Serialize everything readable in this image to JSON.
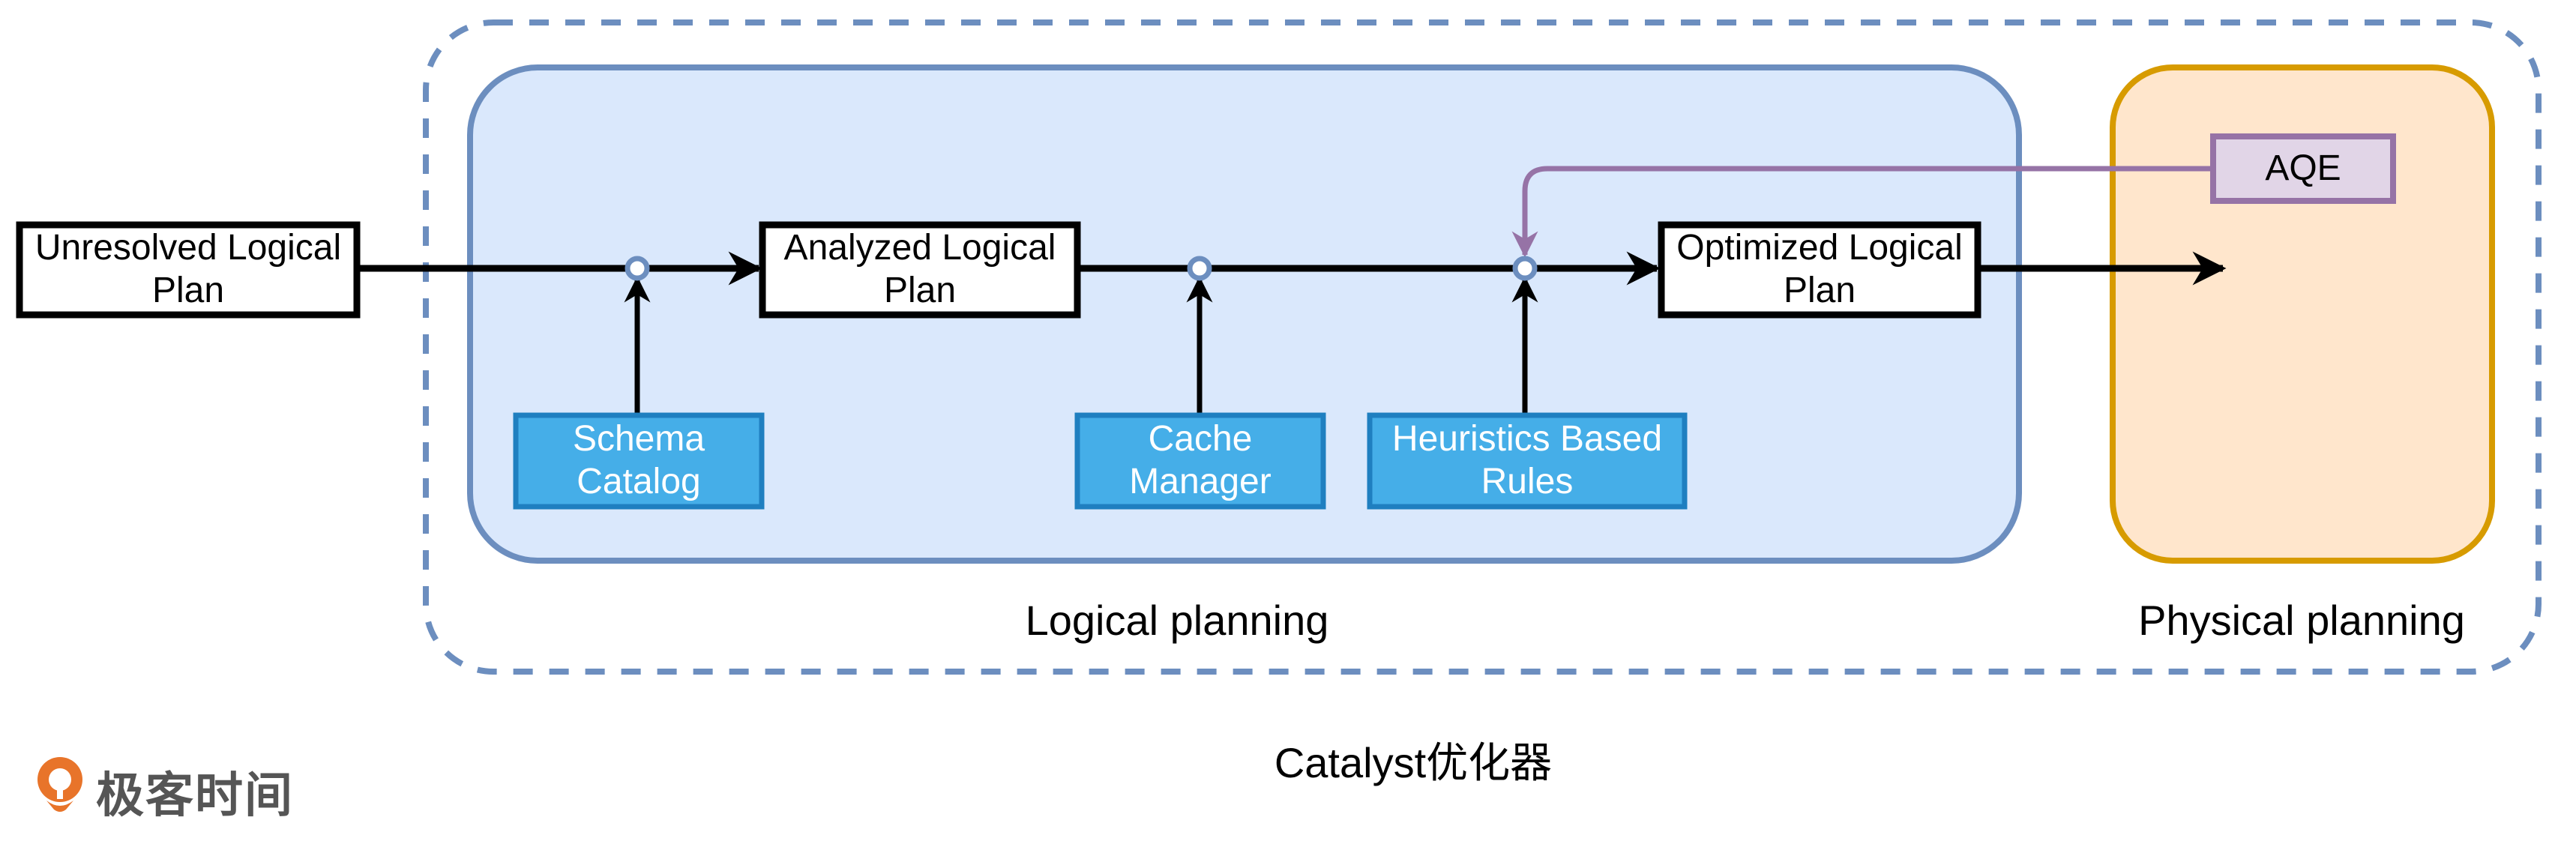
{
  "diagram": {
    "title": "Catalyst优化器",
    "regions": {
      "logical": {
        "label": "Logical planning",
        "fill": "#dae8fc",
        "stroke": "#6c8ebf"
      },
      "physical": {
        "label": "Physical planning",
        "fill": "#ffe6cc",
        "stroke": "#d79b00"
      },
      "outer": {
        "stroke": "#6c8ebf"
      }
    },
    "plans": {
      "unresolved": "Unresolved Logical Plan",
      "analyzed": "Analyzed Logical Plan",
      "optimized": "Optimized Logical Plan"
    },
    "sources": {
      "schema_catalog": "Schema Catalog",
      "cache_manager": "Cache Manager",
      "heuristics": "Heuristics Based Rules",
      "fill": "#45aee8",
      "stroke": "#1f7fc0"
    },
    "aqe": {
      "label": "AQE",
      "fill": "#e1d5e7",
      "stroke": "#9673a6"
    },
    "edges": [
      {
        "from": "Unresolved Logical Plan",
        "to": "Analyzed Logical Plan",
        "via": "Schema Catalog"
      },
      {
        "from": "Analyzed Logical Plan",
        "to": "Optimized Logical Plan",
        "via": [
          "Cache Manager",
          "Heuristics Based Rules"
        ]
      },
      {
        "from": "Optimized Logical Plan",
        "to": "Physical planning"
      },
      {
        "from": "AQE",
        "to": "Heuristics Based Rules junction"
      }
    ],
    "junction_color": "#6c8ebf"
  },
  "logo": {
    "text": "极客时间",
    "accent": "#e8742a"
  }
}
